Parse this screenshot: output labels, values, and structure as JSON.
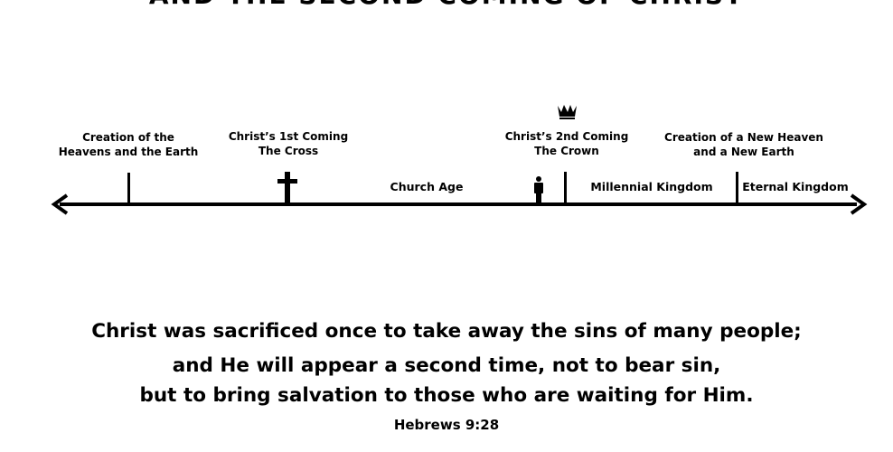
{
  "title": "AND THE SECOND COMING OF CHRIST",
  "timeline": {
    "events": [
      {
        "line1": "Creation of the",
        "line2": "Heavens and the Earth"
      },
      {
        "line1": "Christ’s 1st Coming",
        "line2": "The Cross"
      },
      {
        "line1": "Christ’s 2nd Coming",
        "line2": "The Crown"
      },
      {
        "line1": "Creation of a New Heaven",
        "line2": "and a New Earth"
      }
    ],
    "periods": [
      "Church Age",
      "Millennial Kingdom",
      "Eternal Kingdom"
    ],
    "icons": [
      "cross-icon",
      "crown-icon",
      "person-icon",
      "arrow-left-icon",
      "arrow-right-icon"
    ]
  },
  "verse": {
    "lines": [
      "Christ was sacrificed once to take away the sins of many people;",
      "and He will appear a second time, not to bear sin,",
      "but to bring salvation to those who are waiting for Him."
    ],
    "reference": "Hebrews 9:28"
  }
}
